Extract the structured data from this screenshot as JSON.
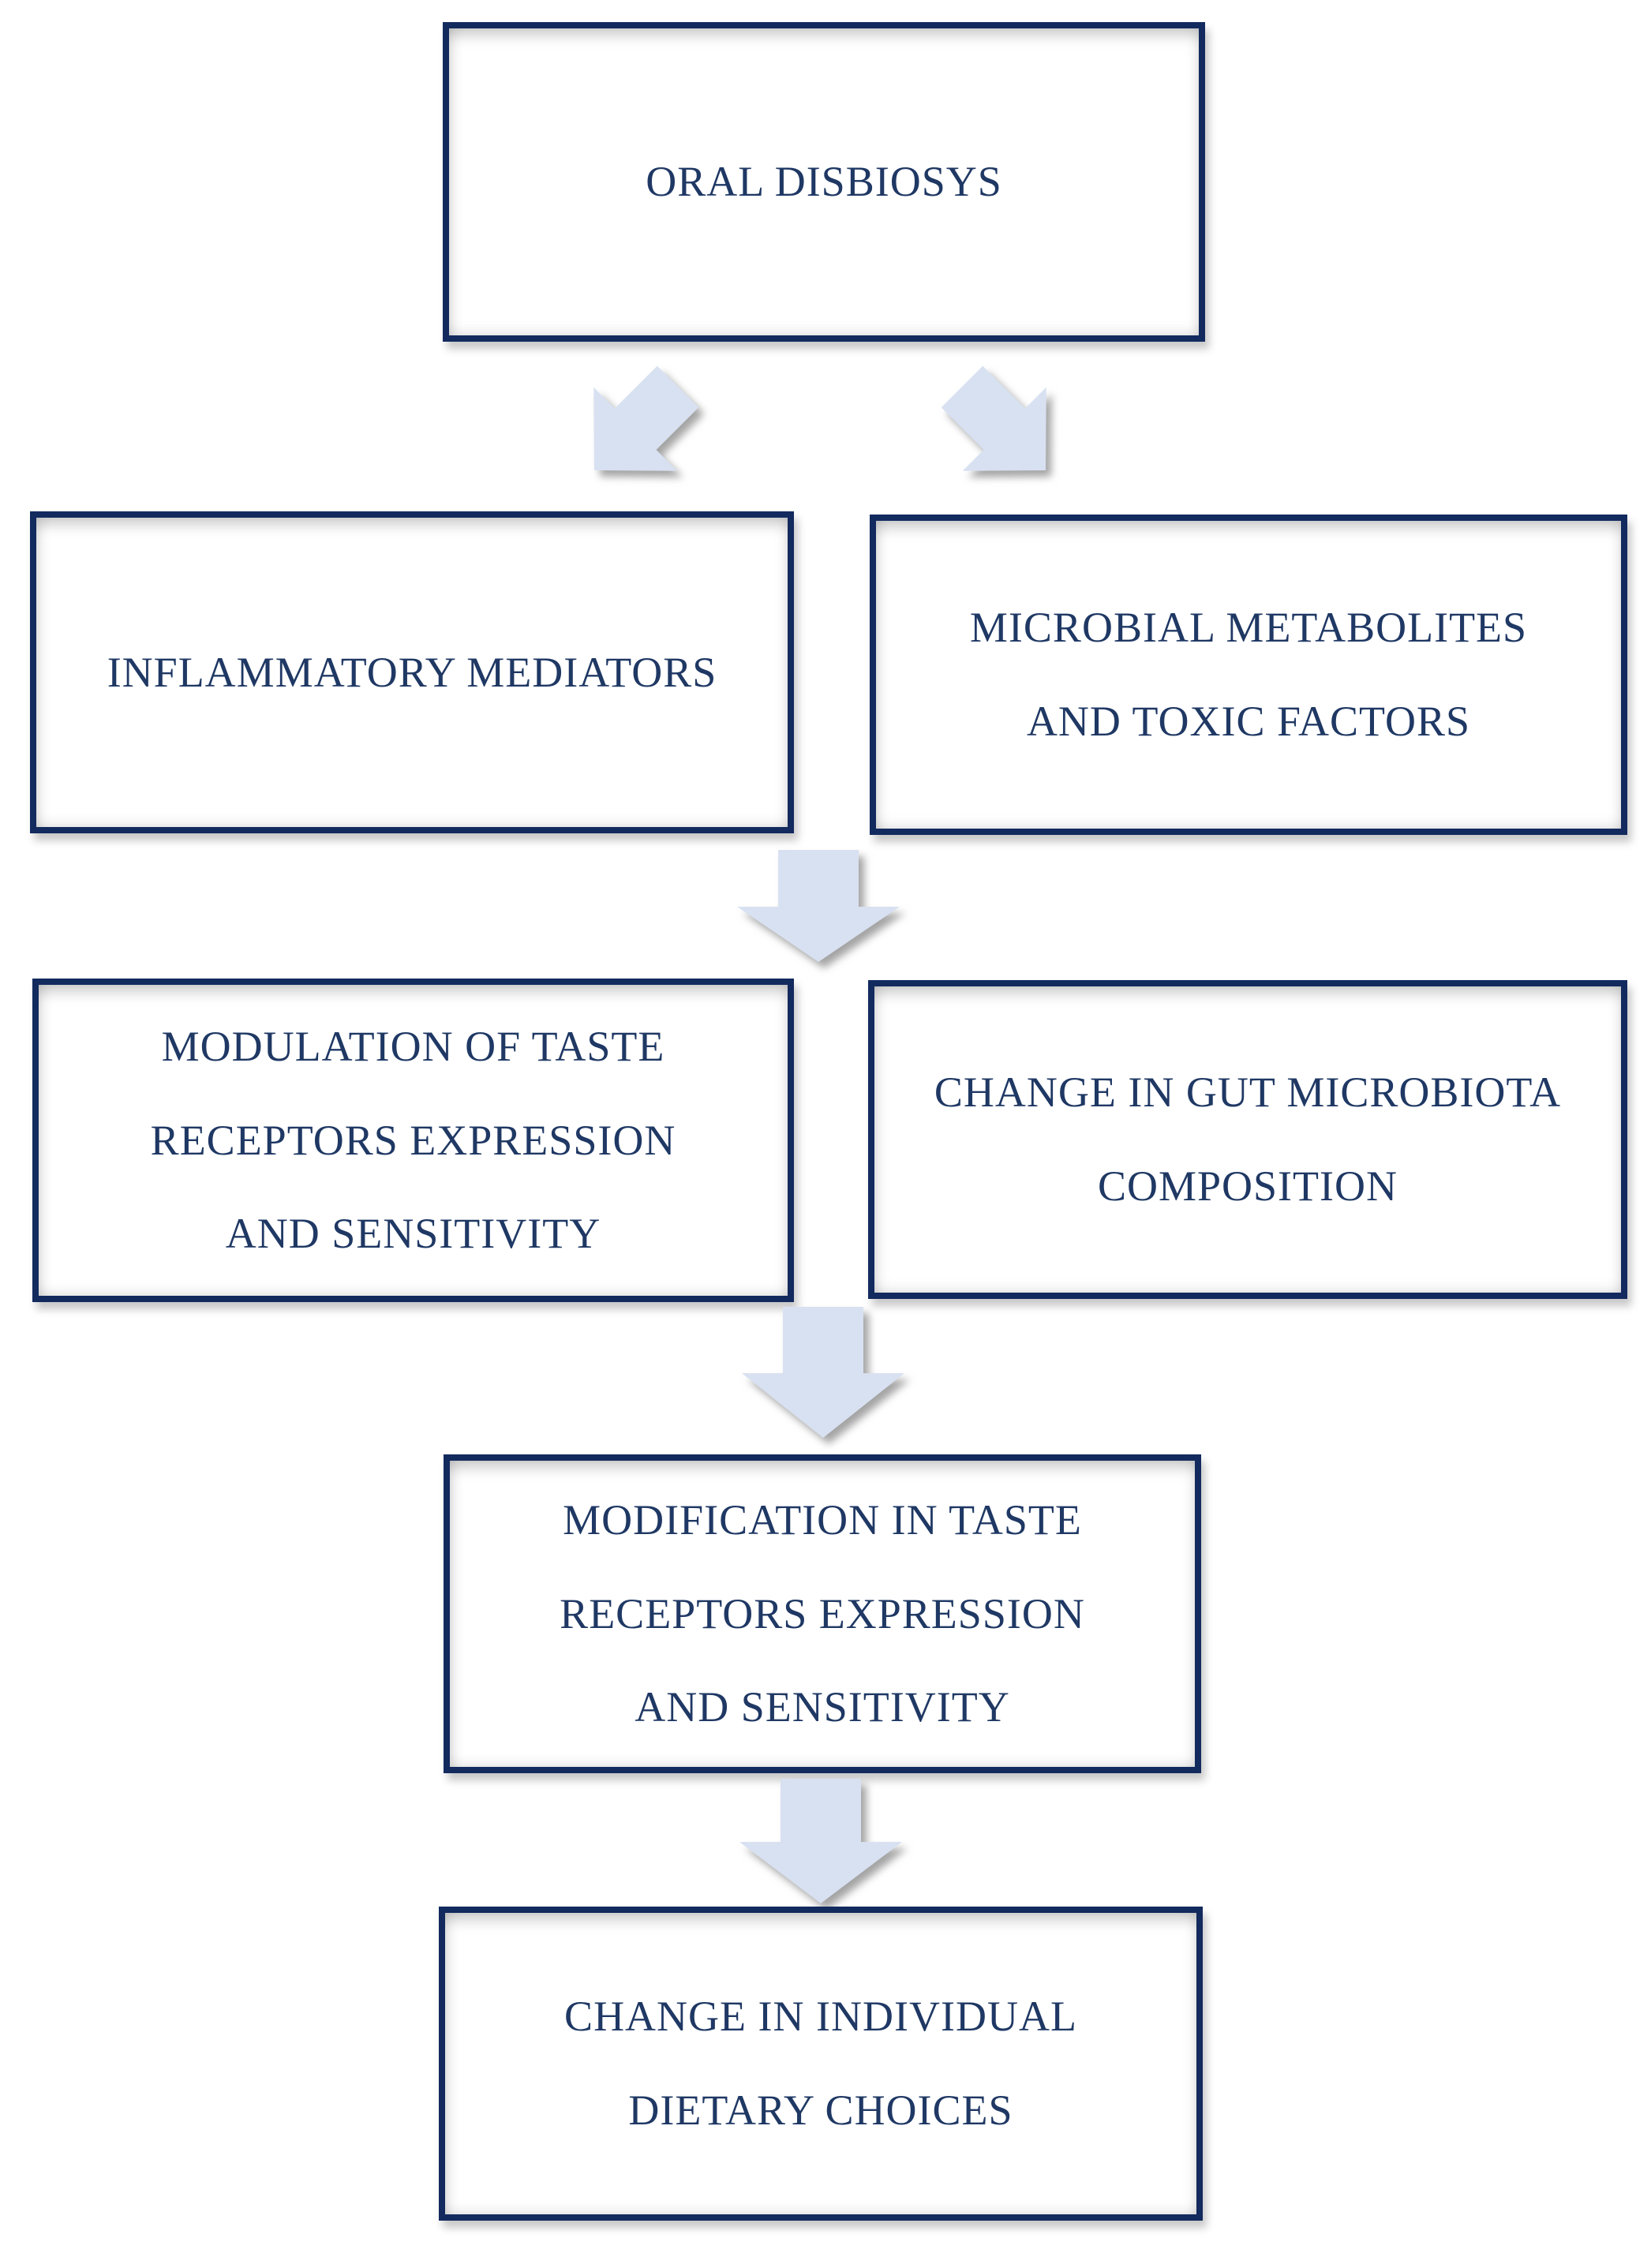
{
  "diagram": {
    "colors": {
      "background": "#ffffff",
      "box_border": "#122a5e",
      "text": "#1f3864",
      "arrow_fill": "#d8e1f1"
    },
    "nodes": [
      {
        "id": "oral-disbiosys",
        "lines": [
          "ORAL DISBIOSYS"
        ]
      },
      {
        "id": "inflammatory-mediators",
        "lines": [
          "INFLAMMATORY MEDIATORS"
        ]
      },
      {
        "id": "microbial-metabolites",
        "lines": [
          "MICROBIAL METABOLITES",
          "AND TOXIC FACTORS"
        ]
      },
      {
        "id": "modulation-of-taste-receptors",
        "lines": [
          "MODULATION OF TASTE",
          "RECEPTORS EXPRESSION",
          "AND SENSITIVITY"
        ]
      },
      {
        "id": "change-in-gut-microbiota",
        "lines": [
          "CHANGE IN GUT MICROBIOTA",
          "COMPOSITION"
        ]
      },
      {
        "id": "modification-in-taste-receptors",
        "lines": [
          "MODIFICATION IN TASTE",
          "RECEPTORS EXPRESSION",
          "AND SENSITIVITY"
        ]
      },
      {
        "id": "change-in-dietary-choices",
        "lines": [
          "CHANGE IN INDIVIDUAL",
          "DIETARY CHOICES"
        ]
      }
    ],
    "arrows": [
      {
        "id": "branch-to-inflammatory-mediators",
        "direction": "down-left"
      },
      {
        "id": "branch-to-microbial-metabolites",
        "direction": "down-right"
      },
      {
        "id": "down-to-third-row",
        "direction": "down"
      },
      {
        "id": "down-to-modification-box",
        "direction": "down"
      },
      {
        "id": "down-to-dietary-choices",
        "direction": "down"
      }
    ]
  }
}
